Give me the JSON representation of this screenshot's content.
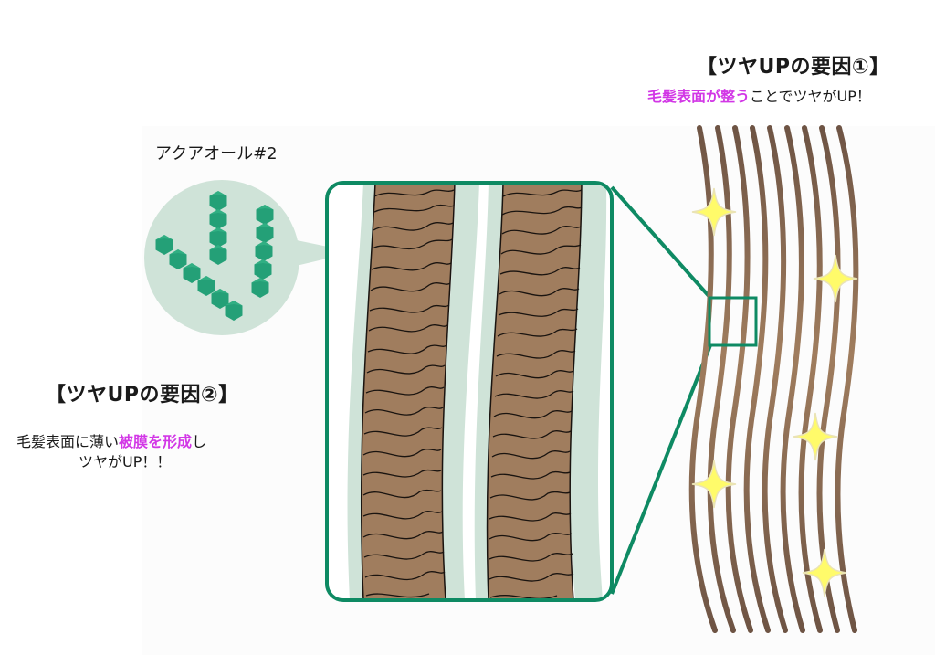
{
  "factor1": {
    "title": "【ツヤUPの要因①】",
    "desc_highlight": "毛髪表面が整う",
    "desc_rest": "ことでツヤがUP！"
  },
  "factor2": {
    "title": "【ツヤUPの要因②】",
    "desc_prefix": "毛髪表面に薄い",
    "desc_highlight": "被膜を形成",
    "desc_suffix": "し",
    "desc_line2": "ツヤがUP！！"
  },
  "molecule_label": "アクアオール#2",
  "colors": {
    "highlight": "#d237e6",
    "frame_green": "#0e8a63",
    "molecule_green": "#24a077",
    "bubble": "#cfe3d8",
    "coating": "#cfe3d8",
    "hair_brown": "#a07d5e",
    "hair_dark": "#6e5444",
    "sparkle": "#fffb6a"
  },
  "icons": {
    "sparkle": "four-point-star",
    "molecule": "hexagon-chain"
  }
}
